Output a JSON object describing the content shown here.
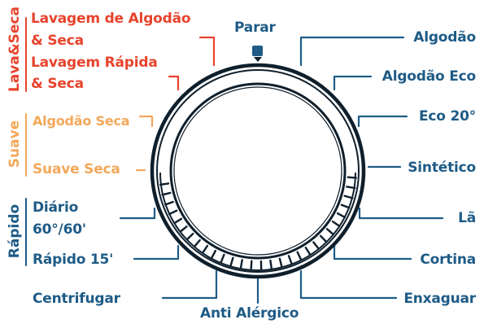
{
  "colors": {
    "primary": "#1e5b86",
    "lava_seca": "#e8432c",
    "suave": "#f3a85a"
  },
  "dial": {
    "stop_label": "Parar",
    "indicator_icon": "square-marker-icon"
  },
  "groups": {
    "lava_seca": {
      "title": "Lava&Seca",
      "programs": [
        "Lavagem de Algodão",
        "& Seca",
        "Lavagem Rápida",
        "& Seca"
      ]
    },
    "suave": {
      "title": "Suave",
      "programs": [
        "Algodão Seca",
        "Suave Seca"
      ]
    },
    "rapido": {
      "title": "Rápido",
      "programs": [
        "Diário",
        "60°/60'",
        "Rápido 15'"
      ]
    }
  },
  "right_programs": [
    "Algodão",
    "Algodão Eco",
    "Eco 20°",
    "Sintético",
    "Lã",
    "Cortina",
    "Enxaguar"
  ],
  "bottom_programs": [
    "Centrifugar",
    "Anti Alérgico"
  ]
}
